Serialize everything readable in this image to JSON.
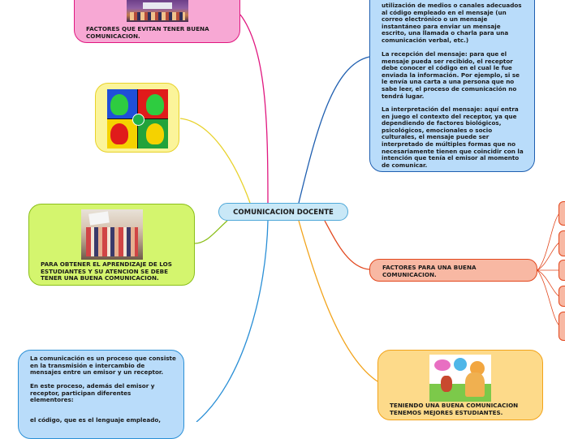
{
  "central": {
    "label": "COMUNICACION DOCENTE"
  },
  "topics": {
    "factores_evitan": {
      "label": "FACTORES QUE EVITAN TENER BUENA COMUNICACION."
    },
    "faces_image": {
      "label": ""
    },
    "aprendizaje": {
      "label": "PARA OBTENER EL APRENDIZAJE DE LOS ESTUDIANTES Y SU ATENCION SE DEBE TENER UNA BUENA COMUNICACION."
    },
    "proceso": {
      "p1": "La comunicación es un proceso que consiste en la transmisión e intercambio de mensajes entre un emisor y un receptor.",
      "p2": "En este proceso, además del emisor y receptor, participan diferentes elementores:",
      "p3": "el código, que es el lenguaje empleado,"
    },
    "elementos": {
      "p1": "utilización de medios o canales adecuados al código empleado en el mensaje (un correo electrónico o un mensaje instantáneo para enviar un mensaje escrito, una llamada o charla para una comunicación verbal, etc.)",
      "p2": "La recepción del mensaje: para que el mensaje pueda ser recibido, el receptor debe conocer el código en el cual le fue enviada la información. Por ejemplo, si se le envía una carta a una persona que no sabe leer, el proceso de comunicación no tendrá lugar.",
      "p3": "La interpretación del mensaje: aquí entra en juego el contexto del receptor, ya que dependiendo de factores biológicos, psicológicos, emocionales o socio culturales, el mensaje puede ser interpretado de múltiples formas que no necesariamente tienen que coincidir con la intención que tenía el emisor al momento de comunicar."
    },
    "factores_buena": {
      "label": "FACTORES PARA UNA BUENA COMUNICACION."
    },
    "mejores": {
      "label": "TENIENDO UNA BUENA COMUNICACION TENEMOS MEJORES ESTUDIANTES."
    }
  },
  "colors": {
    "central": "#c9e8f7",
    "pink": "#f7a8d4",
    "yellow": "#fbf49a",
    "green": "#d4f56e",
    "blue": "#b9dcfa",
    "salmon": "#f8b8a3",
    "orange": "#fdda8a"
  }
}
